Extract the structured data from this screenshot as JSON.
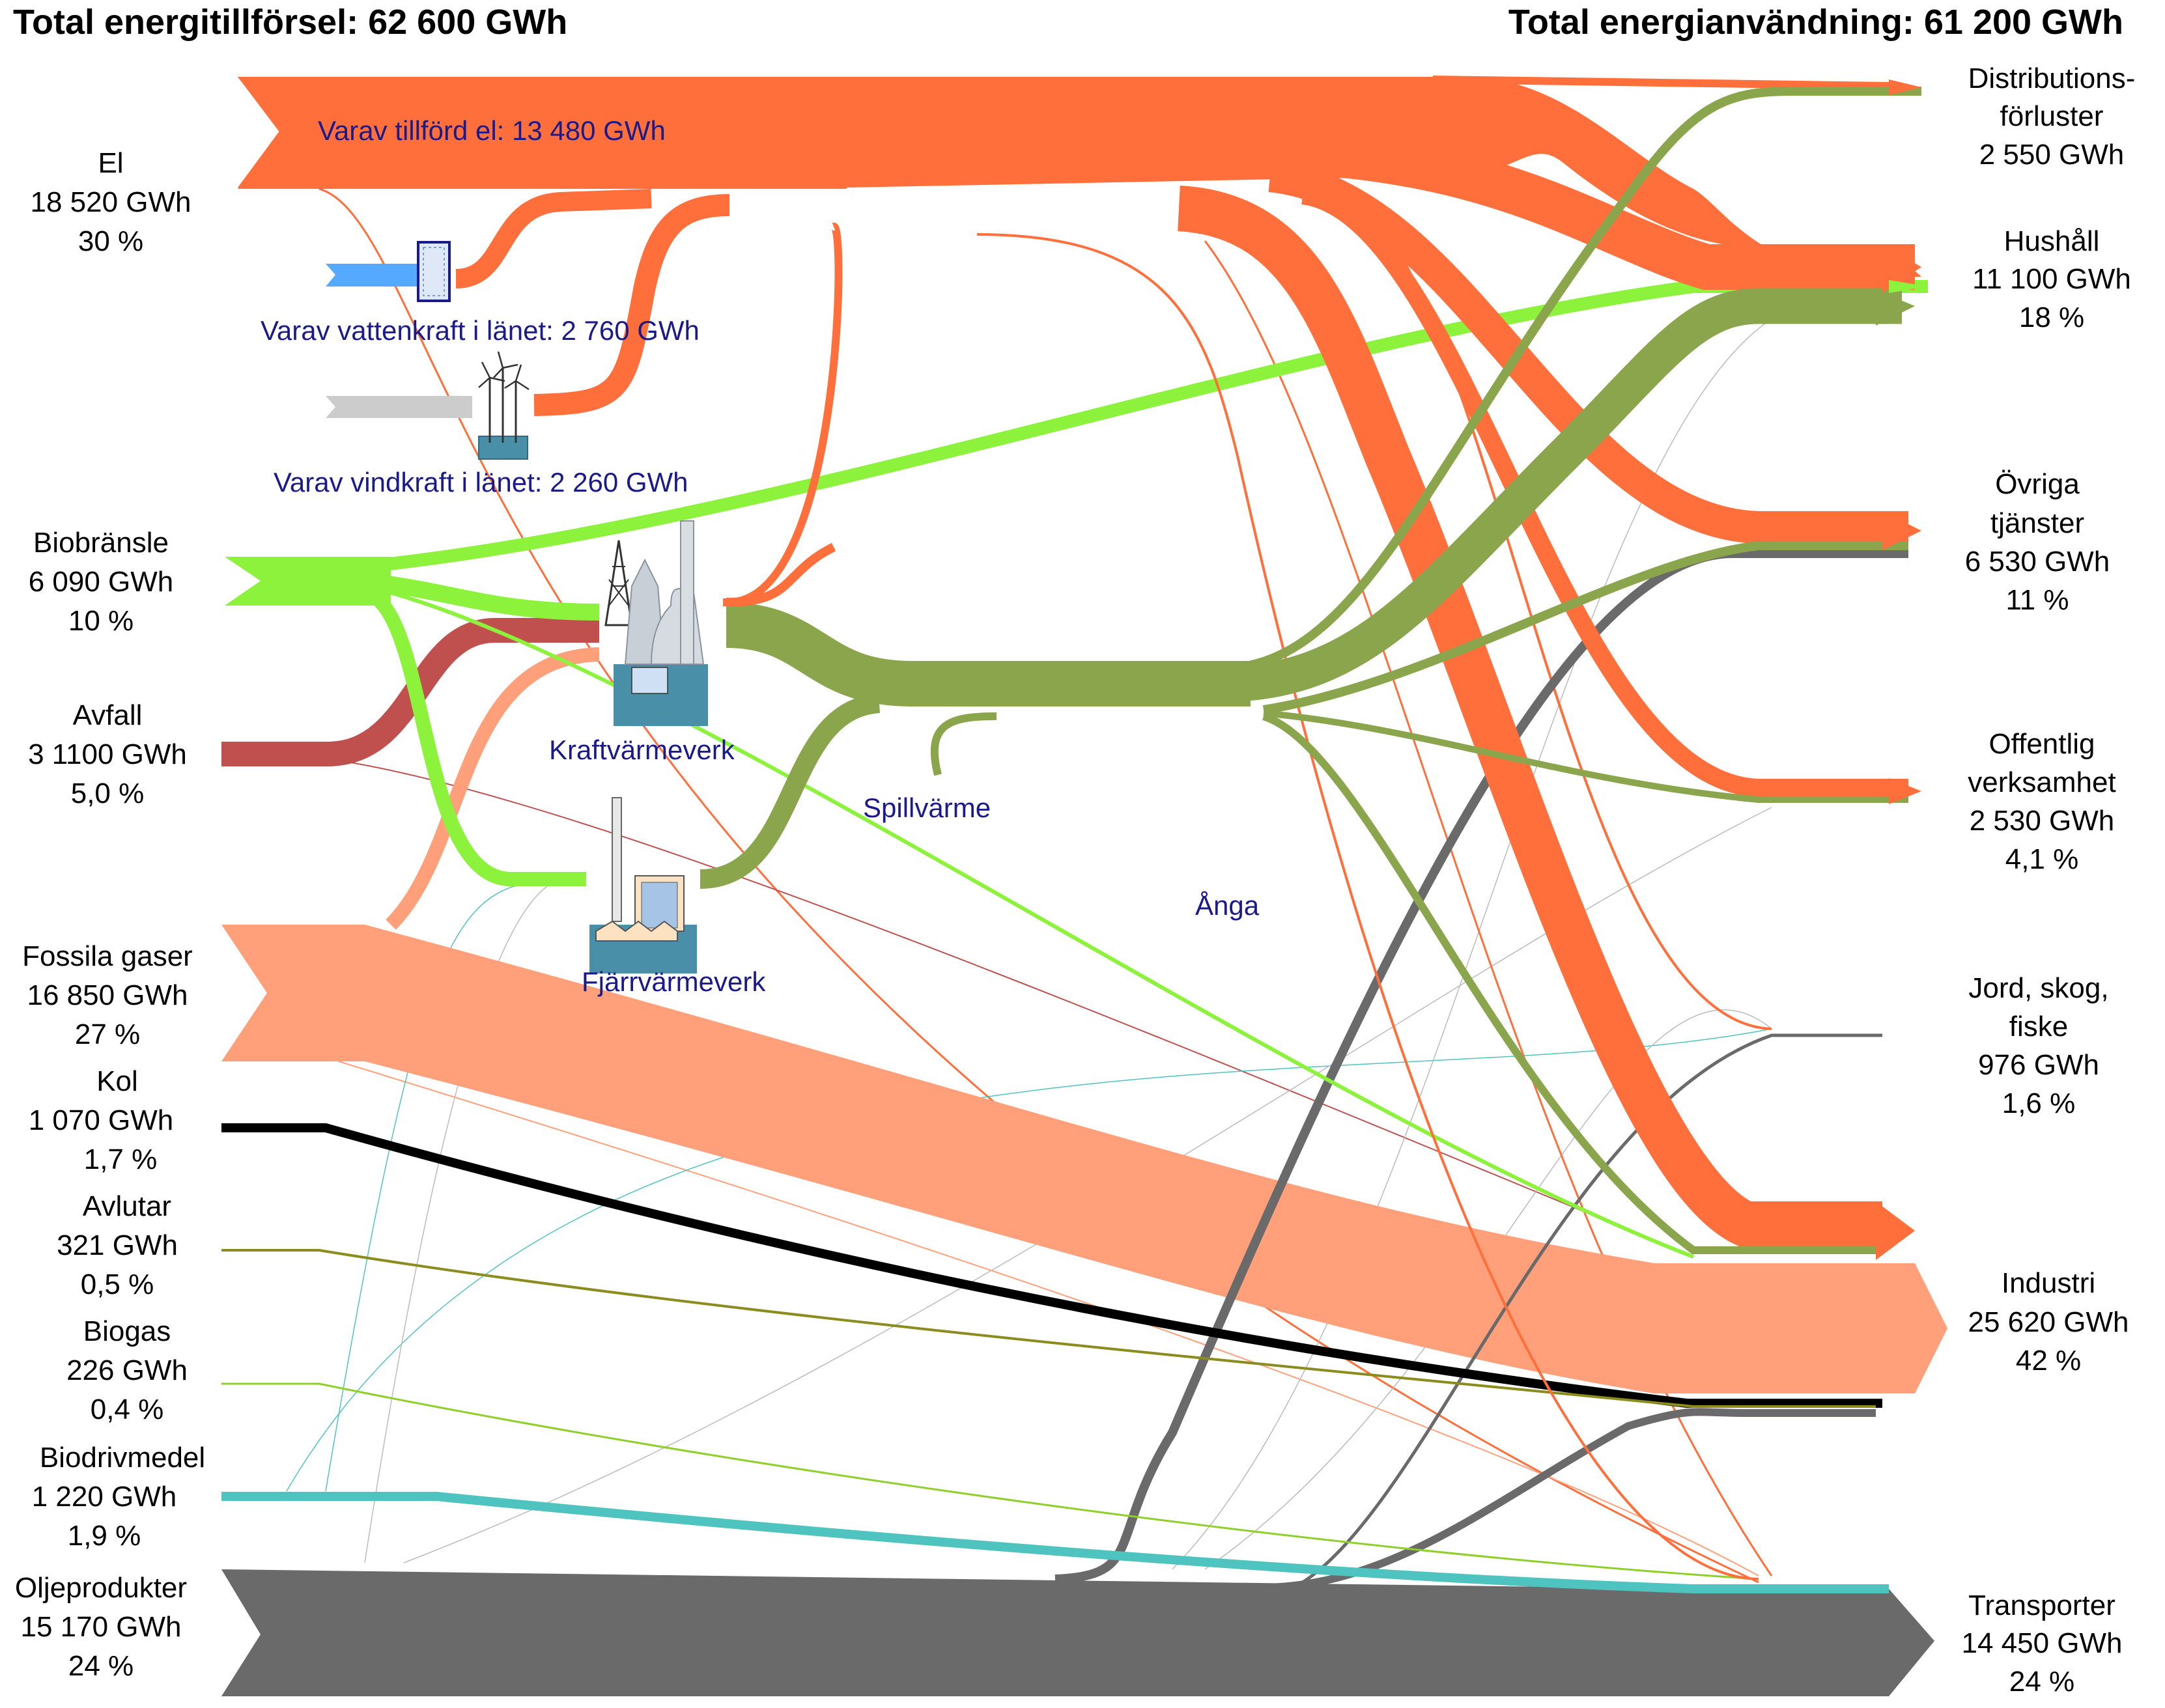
{
  "title_left": "Total energitillförsel: 62 600 GWh",
  "title_right": "Total energianvändning: 61 200 GWh",
  "sources": {
    "el": {
      "name": "El",
      "value": "18 520 GWh",
      "pct": "30 %"
    },
    "biobransle": {
      "name": "Biobränsle",
      "value": "6 090 GWh",
      "pct": "10 %"
    },
    "avfall": {
      "name": "Avfall",
      "value": "3 1100 GWh",
      "pct": "5,0 %"
    },
    "fossila": {
      "name": "Fossila gaser",
      "value": "16 850 GWh",
      "pct": "27 %"
    },
    "kol": {
      "name": "Kol",
      "value": "1 070 GWh",
      "pct": "1,7 %"
    },
    "avlutar": {
      "name": "Avlutar",
      "value": "321 GWh",
      "pct": "0,5 %"
    },
    "biogas": {
      "name": "Biogas",
      "value": "226 GWh",
      "pct": "0,4 %"
    },
    "biodrivmedel": {
      "name": "Biodrivmedel",
      "value": "1 220 GWh",
      "pct": "1,9 %"
    },
    "olja": {
      "name": "Oljeprodukter",
      "value": "15 170 GWh",
      "pct": "24 %"
    }
  },
  "targets": {
    "distribution": {
      "l1": "Distributions-",
      "l2": "förluster",
      "value": "2 550 GWh"
    },
    "hushall": {
      "name": "Hushåll",
      "value": "11 100 GWh",
      "pct": "18 %"
    },
    "ovriga": {
      "l1": "Övriga",
      "l2": "tjänster",
      "value": "6 530 GWh",
      "pct": "11 %"
    },
    "offentlig": {
      "l1": "Offentlig",
      "l2": "verksamhet",
      "value": "2 530 GWh",
      "pct": "4,1 %"
    },
    "jord": {
      "l1": "Jord, skog,",
      "l2": "fiske",
      "value": "976 GWh",
      "pct": "1,6 %"
    },
    "industri": {
      "name": "Industri",
      "value": "25 620 GWh",
      "pct": "42 %"
    },
    "transporter": {
      "name": "Transporter",
      "value": "14 450 GWh",
      "pct": "24 %"
    }
  },
  "notes": {
    "tillford_el": "Varav tillförd el: 13 480 GWh",
    "vattenkraft": "Varav vattenkraft i länet: 2 760 GWh",
    "vindkraft": "Varav vindkraft i länet: 2 260 GWh",
    "kraftvarmeverk": "Kraftvärmeverk",
    "fjarrvarmeverk": "Fjärrvärmeverk",
    "spillvarme": "Spillvärme",
    "anga": "Ånga"
  },
  "colors": {
    "el": "#ff6f3c",
    "bio": "#8cf23c",
    "avfall": "#c0504d",
    "fossil": "#ffa07a",
    "kol": "#000000",
    "avlutar": "#8b8b1e",
    "biogas": "#8fcf2a",
    "biodrivmedel": "#4ec3c0",
    "olja": "#6a6a6a",
    "fjarrvarme": "#8aa54c",
    "water": "#55aaff",
    "text_note": "#1a1a8a"
  }
}
